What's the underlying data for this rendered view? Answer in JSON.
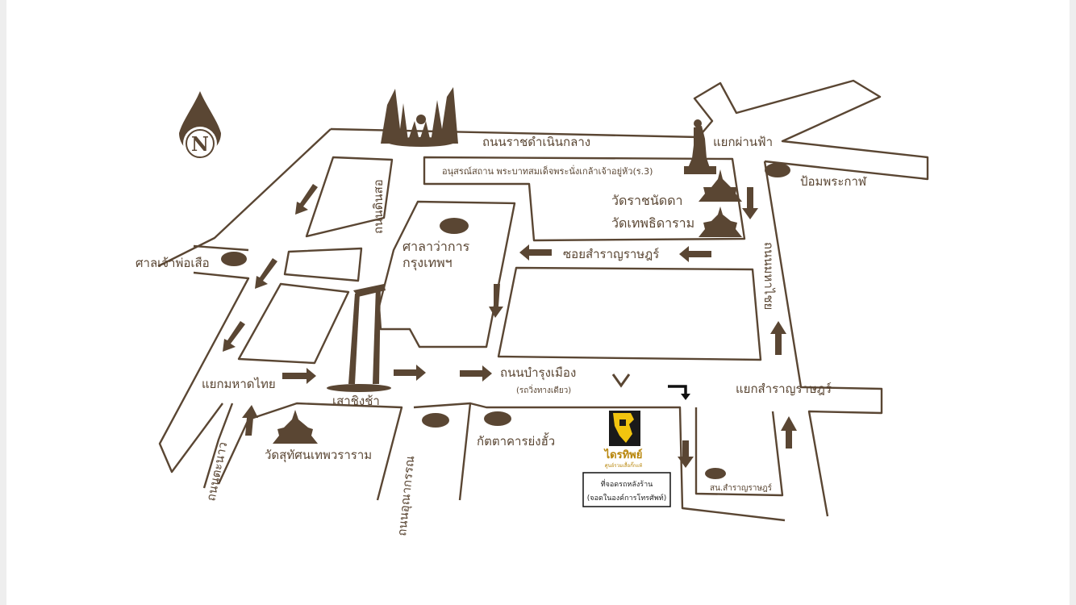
{
  "colors": {
    "ink": "#5a4633",
    "bg": "#ffffff",
    "frame": "#eeeeee",
    "logo_bg": "#1a1a1a",
    "logo_yellow": "#f1c40f",
    "logo_text": "#b8860b"
  },
  "icons": [
    "north-compass-icon",
    "democracy-monument-icon",
    "king-statue-icon",
    "temple-icon",
    "giant-swing-icon",
    "pavilion-icon",
    "road-arrow-icon",
    "turn-arrow-icon",
    "shop-logo-icon"
  ],
  "compass": {
    "letter": "N"
  },
  "roads": {
    "ratchadamnoen": "ถนนราชดำเนินกลาง",
    "bamrung_mueang": "ถนนบำรุงเมือง",
    "bamrung_note": "(รถวิ่งทางเดียว)",
    "soi_samran": "ซอยสำราญราษฎร์",
    "dinso": "ถนนดินสอ",
    "mahachai": "ถนนมหาไชย",
    "tanao": "ถนนตะนาว",
    "unakan": "ถนนอุณากรรณ"
  },
  "places": {
    "monument": "อนุสรณ์สถาน พระบาทสมเด็จพระนั่งเกล้าเจ้าอยู่หัว(ร.3)",
    "wat_ratchanatda": "วัดราชนัดดา",
    "wat_thep": "วัดเทพธิดาราม",
    "phan_fa": "แยกผ่านฟ้า",
    "pom": "ป้อมพระกาฬ",
    "city_hall_1": "ศาลาว่าการ",
    "city_hall_2": "กรุงเทพฯ",
    "shrine": "ศาลเจ้าพ่อเสือ",
    "mahat_thai": "แยกมหาดไทย",
    "giant_swing": "เสาชิงช้า",
    "wat_suthat": "วัดสุทัศนเทพวราราม",
    "kat": "กัตตาคารย่งฮั้ว",
    "samran_junction": "แยกสำราญราษฎร์",
    "police": "สน.สำราญราษฎร์"
  },
  "shop": {
    "name": "ไดรทิพย์",
    "tagline": "ศูนย์รวมเสื้อกั๊กแท้",
    "parking_1": "ที่จอดรถหลังร้าน",
    "parking_2": "(จอดในองค์การโทรศัพท์)"
  }
}
